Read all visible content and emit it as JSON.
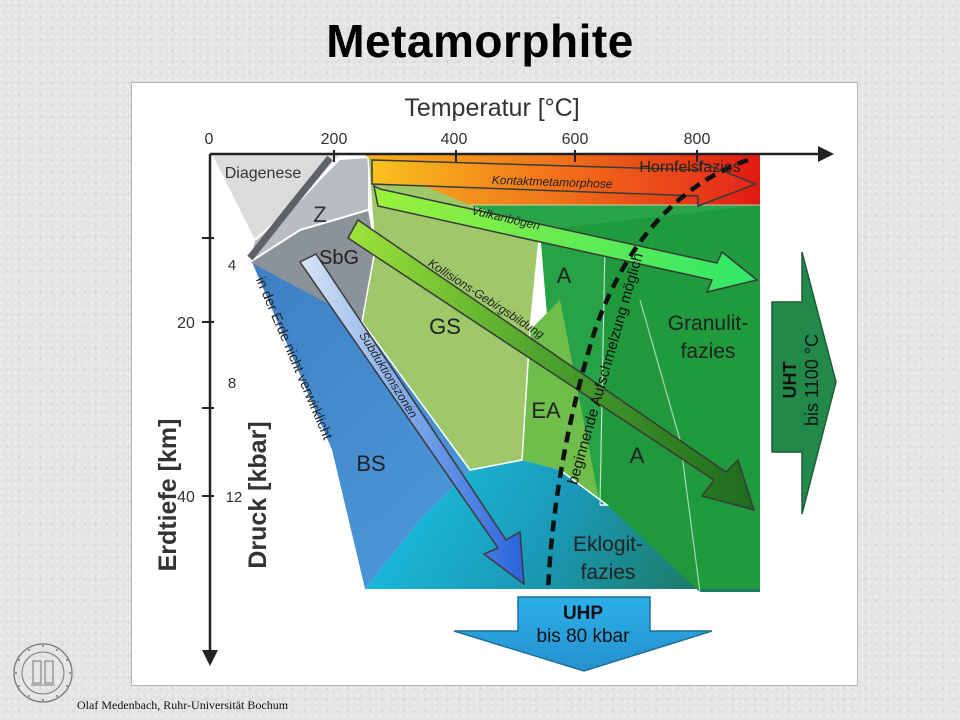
{
  "slide": {
    "title": "Metamorphite",
    "footer": "Olaf Medenbach, Ruhr-Universität Bochum"
  },
  "axes": {
    "x_title": "Temperatur [°C]",
    "x_ticks": [
      "0",
      "200",
      "400",
      "600",
      "800"
    ],
    "depth_title": "Erdtiefe [km]",
    "depth_ticks": [
      "20",
      "40"
    ],
    "pressure_title": "Druck [kbar]",
    "pressure_ticks": [
      "4",
      "8",
      "12"
    ]
  },
  "facies": {
    "diagenese": "Diagenese",
    "z": "Z",
    "sbg": "SbG",
    "gs": "GS",
    "bs": "BS",
    "ea": "EA",
    "a_upper": "A",
    "a_lower": "A",
    "hornfels": "Hornfelsfazies",
    "granulit_1": "Granulit-",
    "granulit_2": "fazies",
    "eklogit_1": "Eklogit-",
    "eklogit_2": "fazies"
  },
  "arrows": {
    "kontakt": "Kontaktmetamorphose",
    "vulkan": "Vulkanbögen",
    "kollision": "Kollisions-Gebirgsbildung",
    "subduktion": "Subduktionszonen",
    "not_realized": "in der Erde nicht verwirklicht",
    "melting": "beginnende Aufschmelzung möglich"
  },
  "callouts": {
    "uht_1": "UHT",
    "uht_2": "bis 1100 °C",
    "uhp_1": "UHP",
    "uhp_2": "bis 80 kbar"
  },
  "colors": {
    "hornfels": "#e8401c",
    "granulit": "#1e9a3a",
    "greenschist": "#9ec86a",
    "blueschist": "#4a8fd0",
    "eclogite": "#1aa9cc",
    "uht_arrow": "#22894a",
    "uhp_arrow": "#29a6df"
  }
}
